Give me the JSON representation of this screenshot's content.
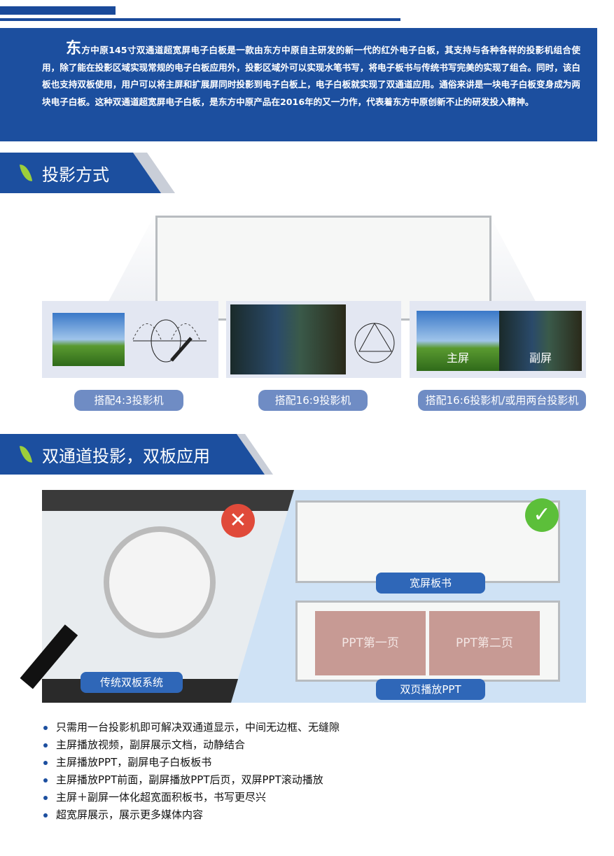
{
  "intro": {
    "first_char": "东",
    "text": "方中原145寸双通道超宽屏电子白板是一款由东方中原自主研发的新一代的红外电子白板，其支持与各种各样的投影机组合使用，除了能在投影区域实现常规的电子白板应用外，投影区域外可以实现水笔书写，将电子板书与传统书写完美的实现了组合。同时，该白板也支持双板使用，用户可以将主屏和扩展屏同时投影到电子白板上，电子白板就实现了双通道应用。通俗来讲是一块电子白板变身成为两块电子白板。这种双通道超宽屏电子白板，是东方中原产品在2016年的又一力作，代表着东方中原创新不止的研发投入精神。"
  },
  "section1": {
    "title": "投影方式",
    "panels": [
      {
        "label": "搭配4:3投影机"
      },
      {
        "label": "搭配16:9投影机"
      },
      {
        "label": "搭配16:6投影机/或用两台投影机",
        "main": "主屏",
        "sub": "副屏"
      }
    ]
  },
  "section2": {
    "title": "双通道投影，双板应用",
    "left_label": "传统双板系统",
    "wide_label": "宽屏板书",
    "ppt_label": "双页播放PPT",
    "ppt_page1": "PPT第一页",
    "ppt_page2": "PPT第二页"
  },
  "bullets": [
    "只需用一台投影机即可解决双通道显示，中间无边框、无缝隙",
    "主屏播放视频，副屏展示文档，动静结合",
    "主屏播放PPT，副屏电子白板板书",
    "主屏播放PPT前面，副屏播放PPT后页，双屏PPT滚动播放",
    "主屏＋副屏一体化超宽面积板书，书写更尽兴",
    "超宽屏展示，展示更多媒体内容"
  ],
  "colors": {
    "brand_blue": "#1c4f9f",
    "pill": "#6f8cc4",
    "accent_green": "#9ccf3b",
    "wrong": "#e04a3a",
    "right": "#5cbf3a"
  }
}
